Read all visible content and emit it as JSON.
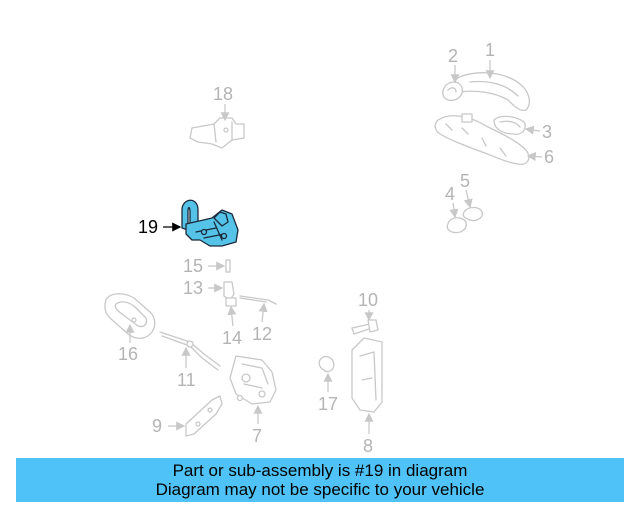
{
  "diagram": {
    "highlight_color": "#55c2e8",
    "highlighted_part": "19",
    "callouts": [
      "1",
      "2",
      "3",
      "4",
      "5",
      "6",
      "7",
      "8",
      "9",
      "10",
      "11",
      "12",
      "13",
      "14",
      "15",
      "16",
      "17",
      "18",
      "19"
    ]
  },
  "banner": {
    "background": "#4fc3f7",
    "line1": "Part or sub-assembly is #19 in diagram",
    "line2": "Diagram may not be specific to your vehicle"
  }
}
